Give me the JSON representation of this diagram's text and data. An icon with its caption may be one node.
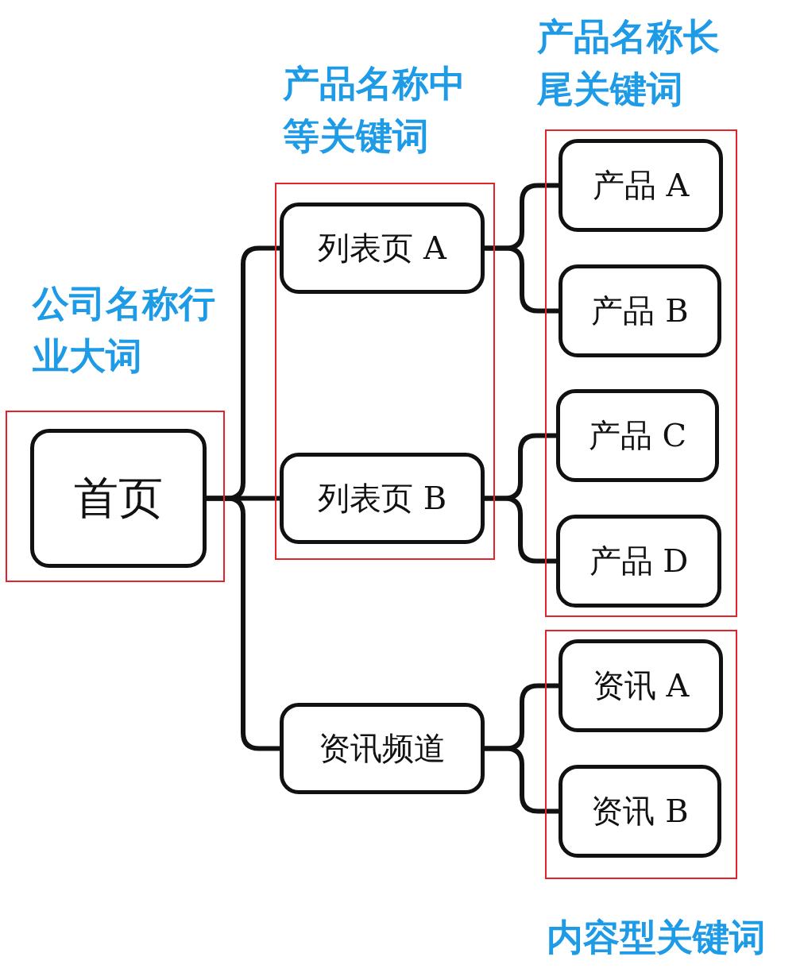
{
  "diagram": {
    "nodes": [
      {
        "text": [
          "公司名称行业大词"
        ]
      },
      {
        "text": [
          "首页"
        ],
        "in": 0
      },
      {
        "text": [
          "产品名称中等关键词"
        ]
      },
      {
        "text": [
          "列表页 A"
        ],
        "in": 2
      },
      {
        "text": [
          "列表页 B"
        ],
        "in": 2
      },
      {
        "text": [
          "资讯频道"
        ]
      },
      {
        "text": [
          "产品名称长尾关键词"
        ]
      },
      {
        "text": [
          "产品 A"
        ],
        "in": 6
      },
      {
        "text": [
          "产品 B"
        ],
        "in": 6
      },
      {
        "text": [
          "产品 C"
        ],
        "in": 6
      },
      {
        "text": [
          "产品 D"
        ],
        "in": 6
      },
      {
        "text": [
          "内容型关键词"
        ]
      },
      {
        "text": [
          "资讯 A"
        ],
        "in": 11
      },
      {
        "text": [
          "资讯 B"
        ],
        "in": 11
      }
    ],
    "edges": [
      {
        "from": 1,
        "to": 3,
        "arrow": "none"
      },
      {
        "from": 1,
        "to": 4,
        "arrow": "none"
      },
      {
        "from": 1,
        "to": 5,
        "arrow": "none"
      },
      {
        "from": 3,
        "to": 7,
        "arrow": "none"
      },
      {
        "from": 3,
        "to": 8,
        "arrow": "none"
      },
      {
        "from": 4,
        "to": 9,
        "arrow": "none"
      },
      {
        "from": 4,
        "to": 10,
        "arrow": "none"
      },
      {
        "from": 5,
        "to": 12,
        "arrow": "none"
      },
      {
        "from": 5,
        "to": 13,
        "arrow": "none"
      }
    ]
  }
}
